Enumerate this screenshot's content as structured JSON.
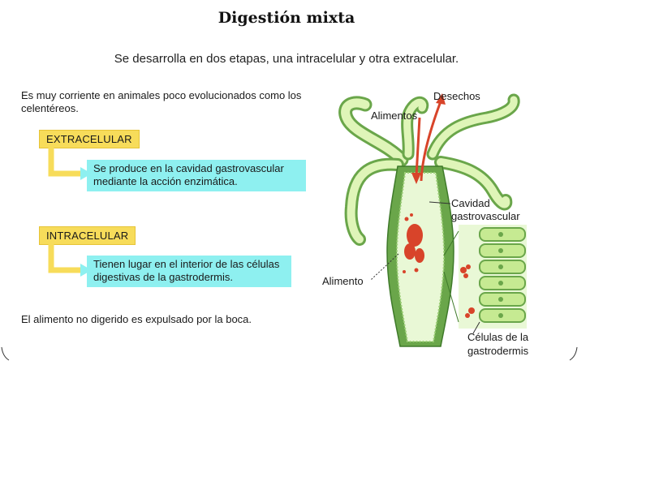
{
  "title": "Digestión mixta",
  "subtitle": "Se desarrolla en dos etapas, una intracelular y otra extracelular.",
  "intro": "Es muy corriente en animales poco evolucionados como los celentéreos.",
  "stages": [
    {
      "label": "EXTRACELULAR",
      "description": "Se produce en la cavidad gastrovascular mediante la acción enzimática."
    },
    {
      "label": "INTRACELULAR",
      "description": "Tienen lugar en el interior de las células digestivas de la gastrodermis."
    }
  ],
  "footer": "El alimento no digerido es expulsado por la boca.",
  "figure": {
    "labels": {
      "desechos": "Desechos",
      "alimentos": "Alimentos",
      "cavidad_1": "Cavidad",
      "cavidad_2": "gastrovascular",
      "alimento": "Alimento",
      "celulas_1": "Células de la",
      "celulas_2": "gastrodermis"
    }
  },
  "colors": {
    "label_bg": "#f7dc5a",
    "desc_bg": "#8ef0f0",
    "tissue_green": "#6aa64a",
    "food_red": "#d8442a"
  }
}
